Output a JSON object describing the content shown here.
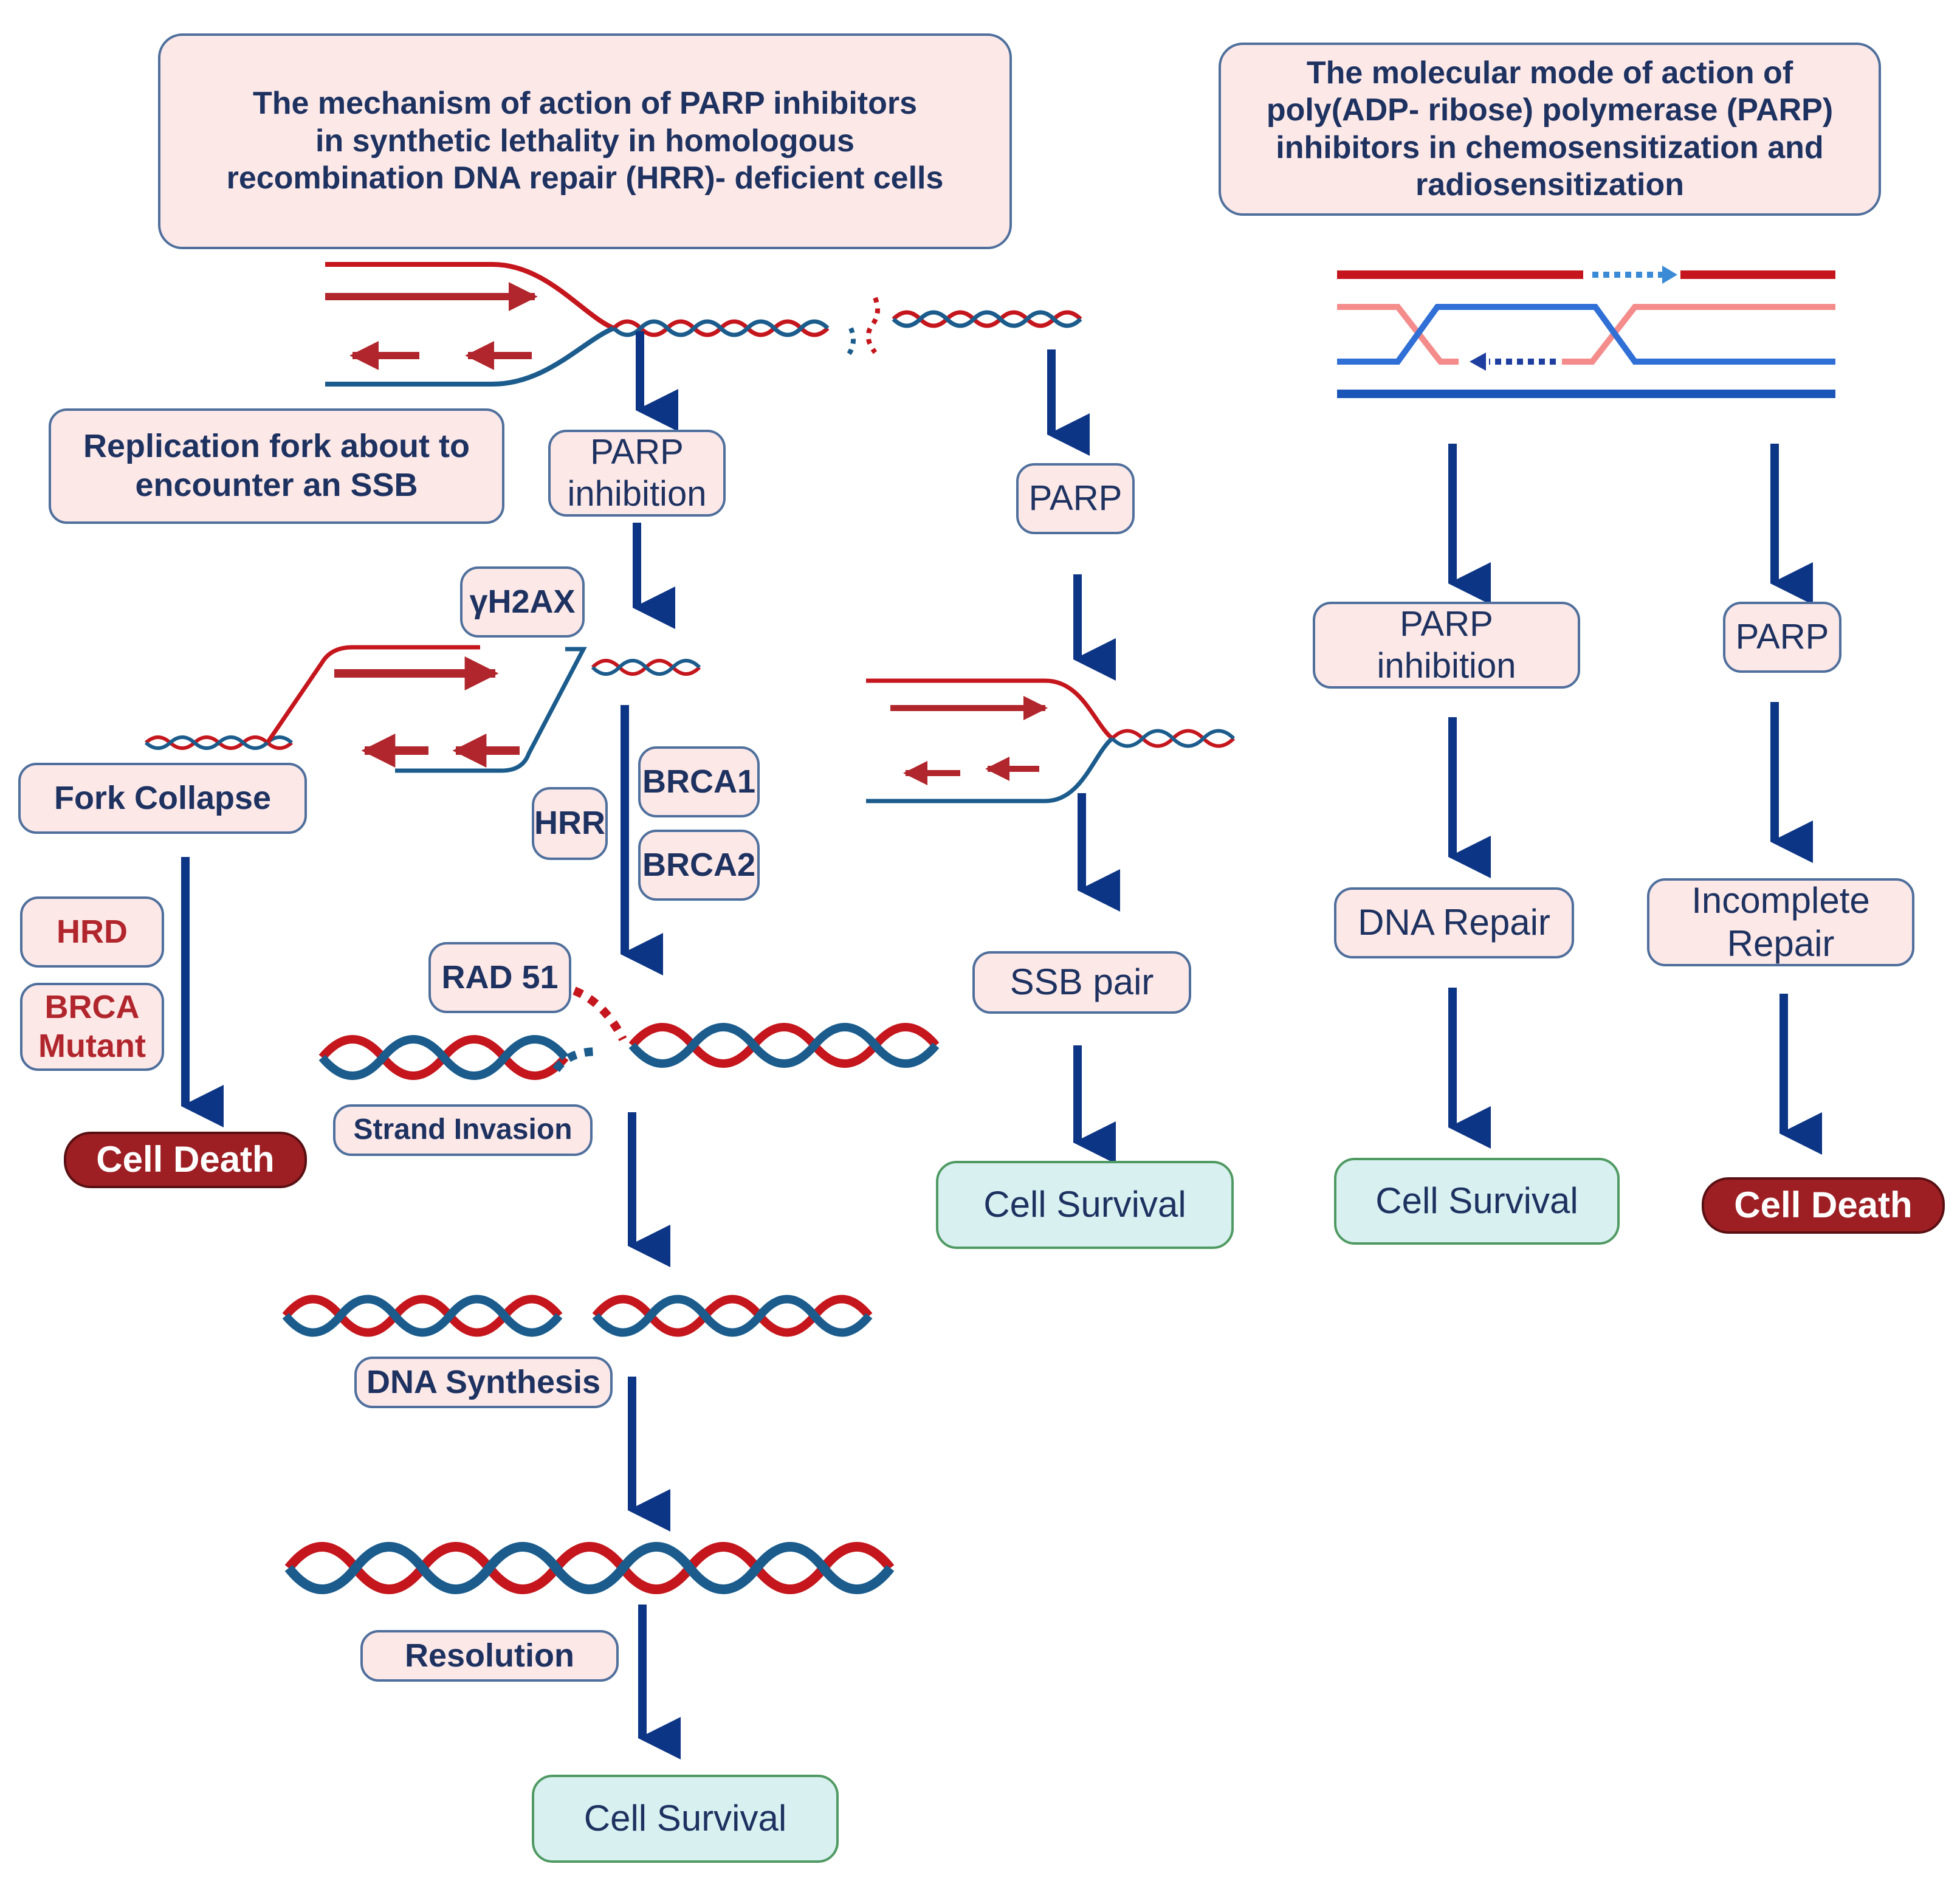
{
  "left_title": "The mechanism of action of PARP inhibitors\nin synthetic lethality in homologous\nrecombination DNA repair (HRR)- deficient cells",
  "right_title": "The molecular mode of action of\npoly(ADP- ribose) polymerase (PARP)\ninhibitors in chemosensitization and\nradiosensitization",
  "replication_fork": "Replication fork about to\nencounter an SSB",
  "parp_inhibition_left": "PARP\ninhibition",
  "parp_middle": "PARP",
  "h2ax": "γH2AX",
  "fork_collapse": "Fork  Collapse",
  "hrr": "HRR",
  "brca1": "BRCA1",
  "brca2": "BRCA2",
  "hrd": "HRD",
  "brca_mutant": "BRCA\nMutant",
  "cell_death_left": "Cell Death",
  "rad51": "RAD 51",
  "strand_invasion": "Strand Invasion",
  "dna_synthesis": "DNA Synthesis",
  "resolution": "Resolution",
  "cell_survival_bottom": "Cell Survival",
  "ssb_pair": "SSB pair",
  "cell_survival_middle": "Cell Survival",
  "parp_inhibition_right": "PARP\ninhibition",
  "parp_right": "PARP",
  "dna_repair": "DNA Repair",
  "incomplete_repair": "Incomplete\nRepair",
  "cell_survival_right": "Cell Survival",
  "cell_death_right": "Cell Death",
  "colors": {
    "arrow": "#0d3585",
    "strand_red": "#c4161c",
    "strand_blue": "#1b5c8c",
    "label_fill": "#fde8e8",
    "survival_fill": "#d9f0f1",
    "death_fill": "#9d1f24"
  }
}
